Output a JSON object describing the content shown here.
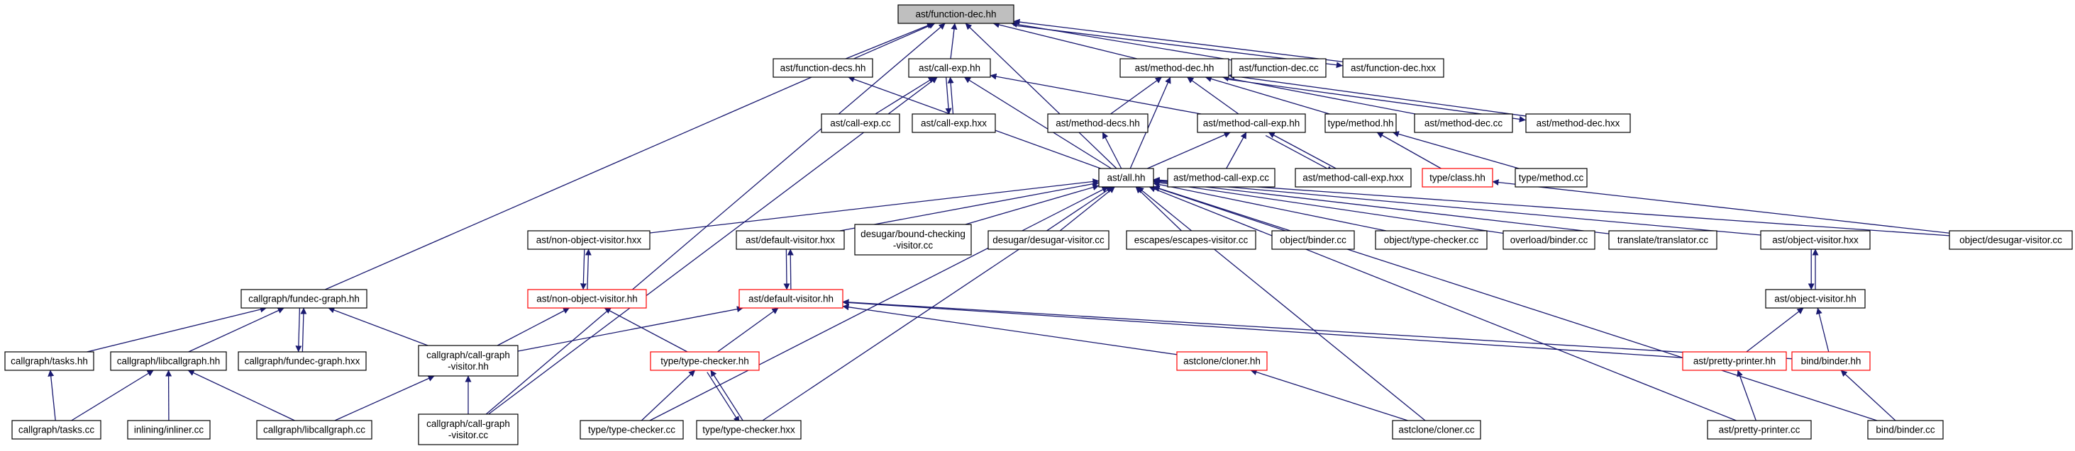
{
  "graph": {
    "colors": {
      "edge": "#191970",
      "node_border": "#000000",
      "node_border_incomplete": "#ff0000",
      "root_fill": "#bfbfbf",
      "node_fill": "#ffffff",
      "text": "#000000"
    },
    "nodes": [
      {
        "id": "fdec_hh",
        "lines": [
          "ast/function-dec.hh"
        ],
        "style": "root"
      },
      {
        "id": "fdecs_hh",
        "lines": [
          "ast/function-decs.hh"
        ],
        "style": "normal"
      },
      {
        "id": "callexp_hh",
        "lines": [
          "ast/call-exp.hh"
        ],
        "style": "normal"
      },
      {
        "id": "methoddec_hh",
        "lines": [
          "ast/method-dec.hh"
        ],
        "style": "normal"
      },
      {
        "id": "fdec_cc",
        "lines": [
          "ast/function-dec.cc"
        ],
        "style": "normal"
      },
      {
        "id": "fdec_hxx",
        "lines": [
          "ast/function-dec.hxx"
        ],
        "style": "normal"
      },
      {
        "id": "callexp_cc",
        "lines": [
          "ast/call-exp.cc"
        ],
        "style": "normal"
      },
      {
        "id": "callexp_hxx",
        "lines": [
          "ast/call-exp.hxx"
        ],
        "style": "normal"
      },
      {
        "id": "methoddecs_hh",
        "lines": [
          "ast/method-decs.hh"
        ],
        "style": "normal"
      },
      {
        "id": "mce_hh",
        "lines": [
          "ast/method-call-exp.hh"
        ],
        "style": "normal"
      },
      {
        "id": "typemethod_hh",
        "lines": [
          "type/method.hh"
        ],
        "style": "normal"
      },
      {
        "id": "methoddec_cc",
        "lines": [
          "ast/method-dec.cc"
        ],
        "style": "normal"
      },
      {
        "id": "methoddec_hxx",
        "lines": [
          "ast/method-dec.hxx"
        ],
        "style": "normal"
      },
      {
        "id": "all_hh",
        "lines": [
          "ast/all.hh"
        ],
        "style": "normal"
      },
      {
        "id": "mce_cc",
        "lines": [
          "ast/method-call-exp.cc"
        ],
        "style": "normal"
      },
      {
        "id": "mce_hxx",
        "lines": [
          "ast/method-call-exp.hxx"
        ],
        "style": "normal"
      },
      {
        "id": "typeclass_hh",
        "lines": [
          "type/class.hh"
        ],
        "style": "incomplete"
      },
      {
        "id": "typemethod_cc",
        "lines": [
          "type/method.cc"
        ],
        "style": "normal"
      },
      {
        "id": "novisitor_hxx",
        "lines": [
          "ast/non-object-visitor.hxx"
        ],
        "style": "normal"
      },
      {
        "id": "defvisitor_hxx",
        "lines": [
          "ast/default-visitor.hxx"
        ],
        "style": "normal"
      },
      {
        "id": "boundcheck_cc",
        "lines": [
          "desugar/bound-checking",
          "-visitor.cc"
        ],
        "style": "normal"
      },
      {
        "id": "desugarvisitor_cc",
        "lines": [
          "desugar/desugar-visitor.cc"
        ],
        "style": "normal"
      },
      {
        "id": "escapes_cc",
        "lines": [
          "escapes/escapes-visitor.cc"
        ],
        "style": "normal"
      },
      {
        "id": "objbinder_cc",
        "lines": [
          "object/binder.cc"
        ],
        "style": "normal"
      },
      {
        "id": "objtypecheck_cc",
        "lines": [
          "object/type-checker.cc"
        ],
        "style": "normal"
      },
      {
        "id": "overload_cc",
        "lines": [
          "overload/binder.cc"
        ],
        "style": "normal"
      },
      {
        "id": "translator_cc",
        "lines": [
          "translate/translator.cc"
        ],
        "style": "normal"
      },
      {
        "id": "objvisitor_hxx",
        "lines": [
          "ast/object-visitor.hxx"
        ],
        "style": "normal"
      },
      {
        "id": "objdesugar_cc",
        "lines": [
          "object/desugar-visitor.cc"
        ],
        "style": "normal"
      },
      {
        "id": "novisitor_hh",
        "lines": [
          "ast/non-object-visitor.hh"
        ],
        "style": "incomplete"
      },
      {
        "id": "defvisitor_hh",
        "lines": [
          "ast/default-visitor.hh"
        ],
        "style": "incomplete"
      },
      {
        "id": "objvisitor_hh",
        "lines": [
          "ast/object-visitor.hh"
        ],
        "style": "normal"
      },
      {
        "id": "fundecgraph_hh",
        "lines": [
          "callgraph/fundec-graph.hh"
        ],
        "style": "normal"
      },
      {
        "id": "cgtasks_hh",
        "lines": [
          "callgraph/tasks.hh"
        ],
        "style": "normal"
      },
      {
        "id": "libcallgraph_hh",
        "lines": [
          "callgraph/libcallgraph.hh"
        ],
        "style": "normal"
      },
      {
        "id": "fundecgraph_hxx",
        "lines": [
          "callgraph/fundec-graph.hxx"
        ],
        "style": "normal"
      },
      {
        "id": "cgvisitor_hh",
        "lines": [
          "callgraph/call-graph",
          "-visitor.hh"
        ],
        "style": "normal"
      },
      {
        "id": "typechecker_hh",
        "lines": [
          "type/type-checker.hh"
        ],
        "style": "incomplete"
      },
      {
        "id": "cloner_hh",
        "lines": [
          "astclone/cloner.hh"
        ],
        "style": "incomplete"
      },
      {
        "id": "prettyprinter_hh",
        "lines": [
          "ast/pretty-printer.hh"
        ],
        "style": "incomplete"
      },
      {
        "id": "bindbinder_hh",
        "lines": [
          "bind/binder.hh"
        ],
        "style": "incomplete"
      },
      {
        "id": "cgtasks_cc",
        "lines": [
          "callgraph/tasks.cc"
        ],
        "style": "normal"
      },
      {
        "id": "inliner_cc",
        "lines": [
          "inlining/inliner.cc"
        ],
        "style": "normal"
      },
      {
        "id": "libcallgraph_cc",
        "lines": [
          "callgraph/libcallgraph.cc"
        ],
        "style": "normal"
      },
      {
        "id": "cgvisitor_cc",
        "lines": [
          "callgraph/call-graph",
          "-visitor.cc"
        ],
        "style": "normal"
      },
      {
        "id": "typechecker_cc",
        "lines": [
          "type/type-checker.cc"
        ],
        "style": "normal"
      },
      {
        "id": "typechecker_hxx",
        "lines": [
          "type/type-checker.hxx"
        ],
        "style": "normal"
      },
      {
        "id": "cloner_cc",
        "lines": [
          "astclone/cloner.cc"
        ],
        "style": "normal"
      },
      {
        "id": "prettyprinter_cc",
        "lines": [
          "ast/pretty-printer.cc"
        ],
        "style": "normal"
      },
      {
        "id": "bindbinder_cc",
        "lines": [
          "bind/binder.cc"
        ],
        "style": "normal"
      }
    ],
    "edges": [
      [
        "fdecs_hh",
        "fdec_hh"
      ],
      [
        "callexp_hh",
        "fdec_hh"
      ],
      [
        "methoddec_hh",
        "fdec_hh"
      ],
      [
        "fdec_cc",
        "fdec_hh"
      ],
      [
        "fdec_hxx",
        "fdec_hh"
      ],
      [
        "fdec_hh",
        "fdec_hxx"
      ],
      [
        "all_hh",
        "fdec_hh"
      ],
      [
        "fundecgraph_hh",
        "fdec_hh"
      ],
      [
        "cgvisitor_cc",
        "fdec_hh"
      ],
      [
        "all_hh",
        "fdecs_hh"
      ],
      [
        "callexp_cc",
        "callexp_hh"
      ],
      [
        "callexp_hxx",
        "callexp_hh"
      ],
      [
        "callexp_hh",
        "callexp_hxx"
      ],
      [
        "all_hh",
        "callexp_hh"
      ],
      [
        "mce_hh",
        "callexp_hh"
      ],
      [
        "cgvisitor_cc",
        "callexp_hh"
      ],
      [
        "methoddecs_hh",
        "methoddec_hh"
      ],
      [
        "mce_hh",
        "methoddec_hh"
      ],
      [
        "typemethod_hh",
        "methoddec_hh"
      ],
      [
        "methoddec_cc",
        "methoddec_hh"
      ],
      [
        "methoddec_hxx",
        "methoddec_hh"
      ],
      [
        "methoddec_hh",
        "methoddec_hxx"
      ],
      [
        "all_hh",
        "methoddec_hh"
      ],
      [
        "all_hh",
        "methoddecs_hh"
      ],
      [
        "all_hh",
        "mce_hh"
      ],
      [
        "mce_cc",
        "mce_hh"
      ],
      [
        "mce_hxx",
        "mce_hh"
      ],
      [
        "mce_hh",
        "mce_hxx"
      ],
      [
        "typeclass_hh",
        "typemethod_hh"
      ],
      [
        "typemethod_cc",
        "typemethod_hh"
      ],
      [
        "objdesugar_cc",
        "typeclass_hh"
      ],
      [
        "novisitor_hxx",
        "all_hh"
      ],
      [
        "defvisitor_hxx",
        "all_hh"
      ],
      [
        "boundcheck_cc",
        "all_hh"
      ],
      [
        "desugarvisitor_cc",
        "all_hh"
      ],
      [
        "escapes_cc",
        "all_hh"
      ],
      [
        "objbinder_cc",
        "all_hh"
      ],
      [
        "objtypecheck_cc",
        "all_hh"
      ],
      [
        "overload_cc",
        "all_hh"
      ],
      [
        "translator_cc",
        "all_hh"
      ],
      [
        "objvisitor_hxx",
        "all_hh"
      ],
      [
        "objdesugar_cc",
        "all_hh"
      ],
      [
        "typechecker_cc",
        "all_hh"
      ],
      [
        "typechecker_hxx",
        "all_hh"
      ],
      [
        "cloner_cc",
        "all_hh"
      ],
      [
        "prettyprinter_cc",
        "all_hh"
      ],
      [
        "bindbinder_cc",
        "all_hh"
      ],
      [
        "novisitor_hh",
        "novisitor_hxx"
      ],
      [
        "novisitor_hxx",
        "novisitor_hh"
      ],
      [
        "defvisitor_hh",
        "defvisitor_hxx"
      ],
      [
        "defvisitor_hxx",
        "defvisitor_hh"
      ],
      [
        "objvisitor_hh",
        "objvisitor_hxx"
      ],
      [
        "objvisitor_hxx",
        "objvisitor_hh"
      ],
      [
        "cgvisitor_hh",
        "novisitor_hh"
      ],
      [
        "typechecker_hh",
        "novisitor_hh"
      ],
      [
        "cgvisitor_hh",
        "defvisitor_hh"
      ],
      [
        "typechecker_hh",
        "defvisitor_hh"
      ],
      [
        "cloner_hh",
        "defvisitor_hh"
      ],
      [
        "prettyprinter_hh",
        "defvisitor_hh"
      ],
      [
        "bindbinder_hh",
        "defvisitor_hh"
      ],
      [
        "prettyprinter_hh",
        "objvisitor_hh"
      ],
      [
        "bindbinder_hh",
        "objvisitor_hh"
      ],
      [
        "cgtasks_hh",
        "fundecgraph_hh"
      ],
      [
        "libcallgraph_hh",
        "fundecgraph_hh"
      ],
      [
        "fundecgraph_hxx",
        "fundecgraph_hh"
      ],
      [
        "fundecgraph_hh",
        "fundecgraph_hxx"
      ],
      [
        "cgvisitor_hh",
        "fundecgraph_hh"
      ],
      [
        "cgtasks_cc",
        "cgtasks_hh"
      ],
      [
        "cgtasks_cc",
        "libcallgraph_hh"
      ],
      [
        "inliner_cc",
        "libcallgraph_hh"
      ],
      [
        "libcallgraph_cc",
        "libcallgraph_hh"
      ],
      [
        "libcallgraph_cc",
        "cgvisitor_hh"
      ],
      [
        "cgvisitor_cc",
        "cgvisitor_hh"
      ],
      [
        "typechecker_cc",
        "typechecker_hh"
      ],
      [
        "typechecker_hxx",
        "typechecker_hh"
      ],
      [
        "typechecker_hh",
        "typechecker_hxx"
      ],
      [
        "cloner_cc",
        "cloner_hh"
      ],
      [
        "prettyprinter_cc",
        "prettyprinter_hh"
      ],
      [
        "bindbinder_cc",
        "bindbinder_hh"
      ]
    ]
  }
}
